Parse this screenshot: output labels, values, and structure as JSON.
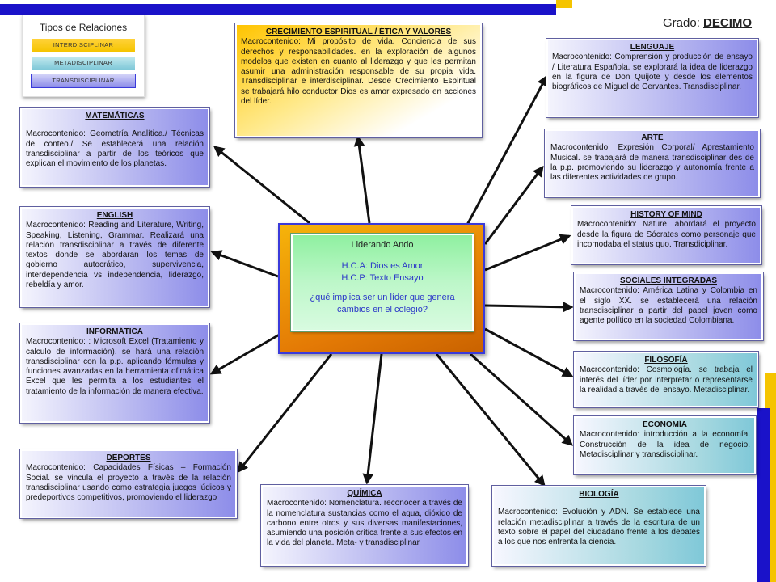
{
  "grade": {
    "label": "Grado: ",
    "value": "DECIMO"
  },
  "legend": {
    "title": "Tipos de Relaciones",
    "items": [
      {
        "label": "INTERDISCIPLINAR",
        "color": "#f5c400"
      },
      {
        "label": "METADISCIPLINAR",
        "color": "#7fc8d8"
      },
      {
        "label": "TRANSDISCIPLINAR",
        "color": "#8d8de9"
      }
    ]
  },
  "center": {
    "title": "Liderando Ando",
    "hca": "H.C.A: Dios es Amor",
    "hcp": "H.C.P: Texto Ensayo",
    "question": "¿qué implica ser un líder que genera cambios en el colegio?"
  },
  "subjects": {
    "crecimiento": {
      "title": "CRECIMIENTO ESPIRITUAL / ÉTICA Y VALORES",
      "text": "Macrocontenido: Mi propósito de vida. Conciencia de sus derechos y responsabilidades. en la exploración de algunos modelos que existen en cuanto al liderazgo y que les permitan asumir una administración responsable de su propia vida. Transdisciplinar e interdisciplinar. Desde Crecimiento Espiritual se trabajará hilo conductor Dios es amor expresado en acciones del líder."
    },
    "lenguaje": {
      "title": "LENGUAJE",
      "text": "Macrocontenido: Comprensión y producción de ensayo / Literatura Española. se explorará la idea de liderazgo en la figura de Don Quijote y desde los elementos biográficos de Miguel de Cervantes. Transdisciplinar."
    },
    "arte": {
      "title": "ARTE",
      "text": "Macrocontenido: Expresión Corporal/ Aprestamiento Musical. se trabajará de manera transdisciplinar des de la p.p. promoviendo su liderazgo y autonomía frente a las diferentes actividades de grupo."
    },
    "history": {
      "title": "HISTORY OF MIND",
      "text": "Macrocontenido: Nature. abordará el proyecto desde la figura de Sócrates como personaje que incomodaba el status quo. Transdiciplinar."
    },
    "sociales": {
      "title": "SOCIALES INTEGRADAS",
      "text": "Macrocontenido: América Latina y Colombia en el siglo XX. se establecerá una relación transdisciplinar a partir del papel joven como agente político en la sociedad Colombiana."
    },
    "filosofia": {
      "title": "FILOSOFÍA",
      "text": "Macrocontenido: Cosmología. se trabaja el interés del líder por interpretar o representarse la realidad a través del ensayo. Metadisciplinar."
    },
    "economia": {
      "title": "ECONOMÍA",
      "text": "Macrocontenido: introducción a la economía. Construcción de la idea de negocio. Metadisciplinar y transdisciplinar."
    },
    "biologia": {
      "title": "BIOLOGÍA",
      "text": "Macrocontenido: Evolución y ADN. Se establece una relación metadisciplinar a través de la escritura de un texto sobre el papel del ciudadano frente a los debates a los que nos enfrenta la ciencia."
    },
    "quimica": {
      "title": "QUÍMICA",
      "text": "Macrocontenido: Nomenclatura. reconocer a través de la nomenclatura sustancias como el agua, dióxido de carbono entre otros y sus diversas manifestaciones, asumiendo una posición crítica frente a sus efectos en la vida del planeta. Meta- y transdisciplinar"
    },
    "deportes": {
      "title": "DEPORTES",
      "text": "Macrocontenido: Capacidades Físicas – Formación Social. se vincula el proyecto a través de la relación transdisciplinar usando como estrategia juegos lúdicos y predeportivos competitivos, promoviendo el liderazgo"
    },
    "informatica": {
      "title": "INFORMÁTICA",
      "text": "Macrocontenido: : Microsoft Excel (Tratamiento y calculo de información). se hará una relación transdisciplinar con la p.p. aplicando fórmulas y funciones avanzadas en la herramienta ofimática Excel que les permita a los estudiantes el tratamiento de la información de manera efectiva."
    },
    "english": {
      "title": "ENGLISH",
      "text": "Macrocontenido: Reading and Literature, Writing, Speaking, Listening, Grammar. Realizará una relación transdisciplinar a través de diferente textos donde se abordaran los temas de gobierno autocrático, supervivencia, interdependencia vs independencia, liderazgo, rebeldía y amor."
    },
    "matematicas": {
      "title": "MATEMÁTICAS",
      "text": "Macrocontenido: Geometría Analítica./ Técnicas de conteo./ Se establecerá una relación transdisciplinar a partir de los teóricos que explican el movimiento de los planetas."
    }
  }
}
